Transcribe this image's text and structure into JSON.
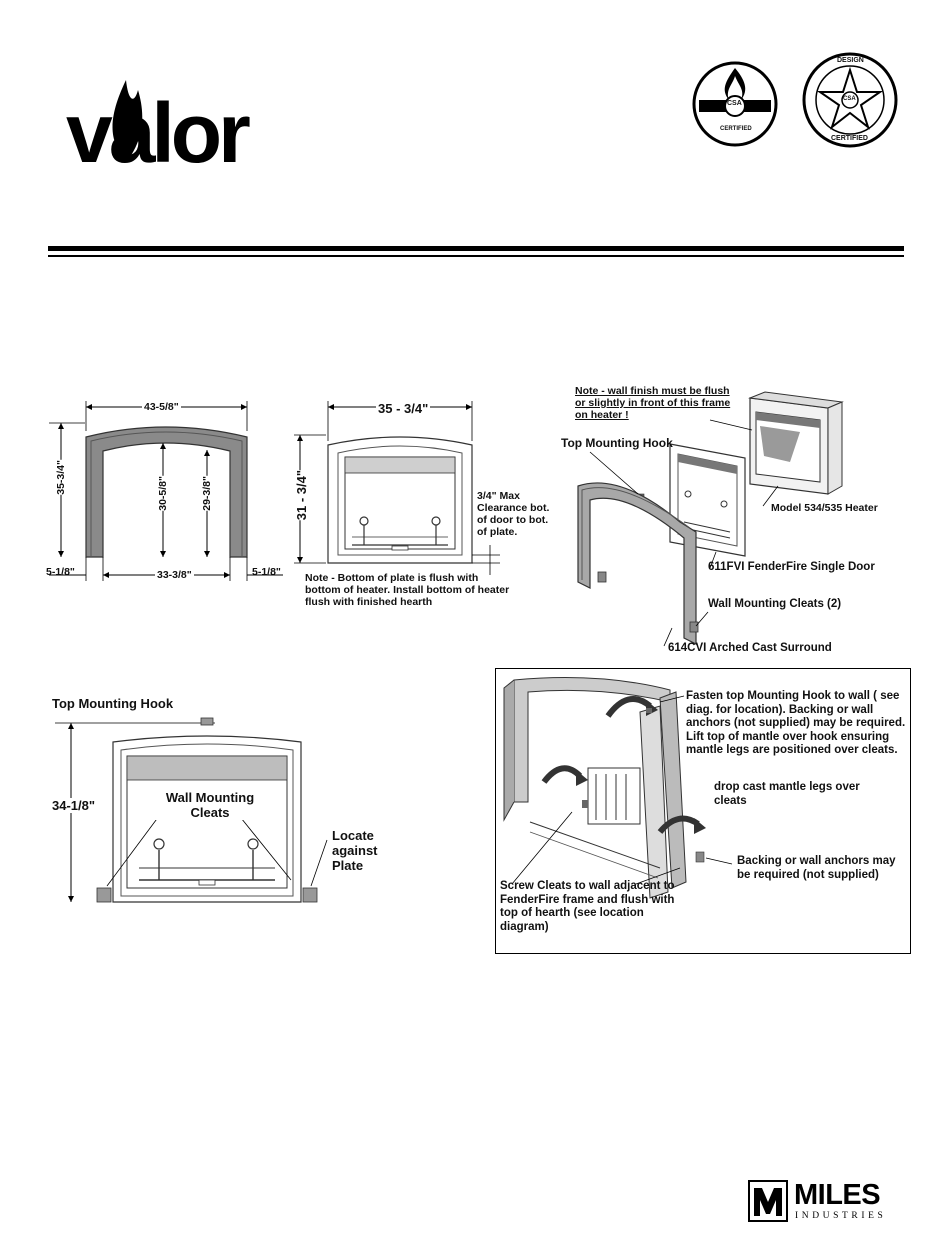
{
  "brand": {
    "logo_text": "valor",
    "seal_left": "CERTIFIED",
    "seal_right_top": "DESIGN",
    "seal_right_bottom": "CERTIFIED",
    "seal_mark": "CSA",
    "footer_logo_main": "MILES",
    "footer_logo_sub": "INDUSTRIES"
  },
  "colors": {
    "ink": "#111111",
    "surround": "#8a8a8a",
    "surround_dark": "#555555",
    "paper": "#ffffff"
  },
  "fig1": {
    "top_width": "43-5/8\"",
    "height_left": "35-3/4\"",
    "inner_height_1": "30-5/8\"",
    "inner_height_2": "29-3/8\"",
    "leg_left": "5-1/8\"",
    "inner_width": "33-3/8\"",
    "leg_right": "5-1/8\""
  },
  "fig2": {
    "width": "35 - 3/4\"",
    "height": "31 - 3/4\"",
    "clearance_note": "3/4\" Max Clearance bot. of door to bot. of plate.",
    "bottom_note": "Note - Bottom of plate is flush with bottom of heater. Install bottom of heater flush with finished hearth"
  },
  "fig3": {
    "wall_note": "Note - wall finish must be flush or slightly in front of this frame on heater !",
    "top_hook": "Top Mounting Hook",
    "heater": "Model 534/535 Heater",
    "door": "611FVI FenderFire Single Door",
    "cleats": "Wall Mounting Cleats (2)",
    "surround": "614CVI Arched Cast Surround"
  },
  "fig4": {
    "top_hook": "Top Mounting Hook",
    "height": "34-1/8\"",
    "cleats": "Wall Mounting Cleats",
    "locate": "Locate against Plate"
  },
  "fig5": {
    "step1": "Fasten top Mounting Hook to wall ( see diag. for location). Backing or wall anchors (not supplied) may be required. Lift top of mantle over hook ensuring mantle legs are positioned over cleats.",
    "step2": "drop cast mantle legs over cleats",
    "step3": "Backing or wall anchors may be required (not supplied)",
    "step4": "Screw Cleats to wall adjacent to FenderFire frame and flush with top of hearth (see location diagram)"
  }
}
